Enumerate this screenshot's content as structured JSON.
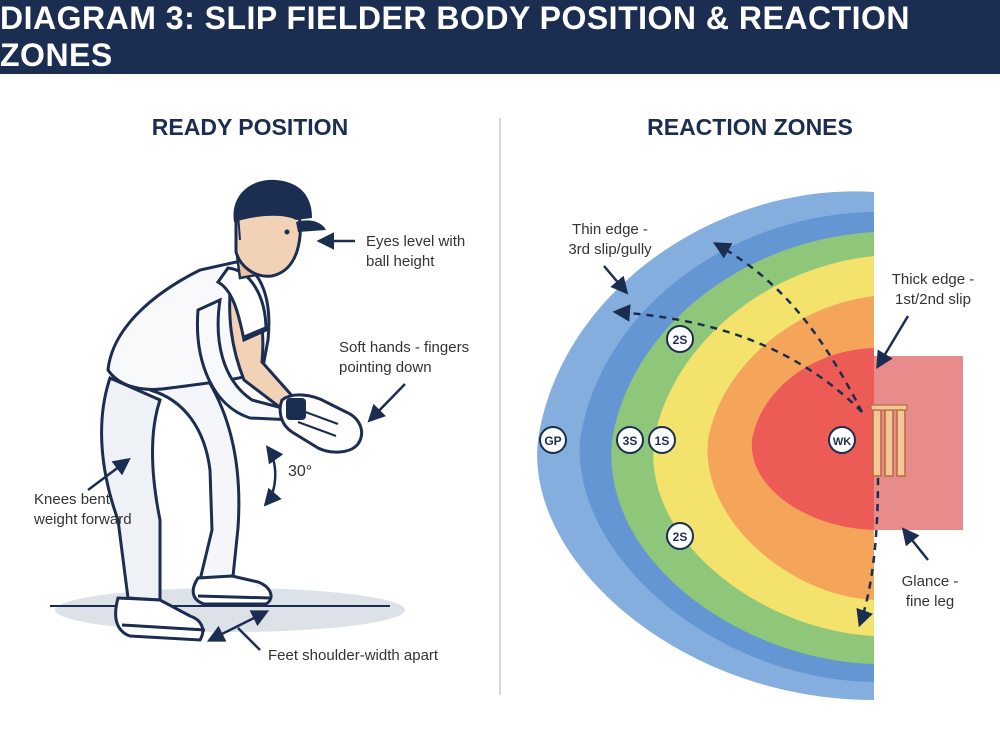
{
  "title": "DIAGRAM 3: SLIP FIELDER BODY POSITION & REACTION ZONES",
  "colors": {
    "header_bg": "#1c2d52",
    "accent_navy": "#1c2d52",
    "zone_blue": "#5b93d0",
    "zone_green": "#8fc77a",
    "zone_yellow": "#f3e36c",
    "zone_orange": "#f5a55a",
    "zone_red": "#ec5b55",
    "pitch_pink": "#e88b8b"
  },
  "left_panel": {
    "heading": "READY POSITION",
    "labels": {
      "eyes": [
        "Eyes level with",
        "ball height"
      ],
      "hands": [
        "Soft hands - fingers",
        "pointing down"
      ],
      "knees": [
        "Knees bent,",
        "weight forward"
      ],
      "angle": "30°",
      "feet": "Feet shoulder-width apart"
    }
  },
  "right_panel": {
    "heading": "REACTION ZONES",
    "labels": {
      "thin_edge": [
        "Thin edge -",
        "3rd slip/gully"
      ],
      "thick_edge": [
        "Thick edge -",
        "1st/2nd slip"
      ],
      "glance": [
        "Glance -",
        "fine leg"
      ]
    },
    "fielders": [
      {
        "id": "gp",
        "label": "GP"
      },
      {
        "id": "3s",
        "label": "3S"
      },
      {
        "id": "1s",
        "label": "1S"
      },
      {
        "id": "2s-top",
        "label": "2S"
      },
      {
        "id": "2s-bottom",
        "label": "2S"
      },
      {
        "id": "wk",
        "label": "WK"
      }
    ]
  }
}
